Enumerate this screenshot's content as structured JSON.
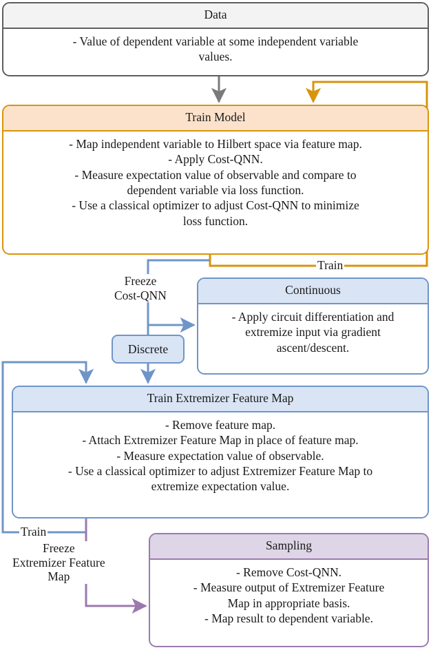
{
  "diagram": {
    "title": "Quantum model training and extremization workflow",
    "colors": {
      "gray_border": "#5e5e5e",
      "gray_header": "#f3f3f3",
      "orange_border": "#D8940C",
      "orange_header": "#FCE2CB",
      "blue_border": "#6F95C8",
      "blue_header": "#D9E4F5",
      "purple_border": "#9B79AE",
      "purple_header": "#DED5E6"
    }
  },
  "nodes": {
    "data": {
      "title": "Data",
      "lines": [
        "- Value of dependent variable at some independent variable",
        "values."
      ]
    },
    "train_model": {
      "title": "Train Model",
      "lines": [
        "- Map independent variable to Hilbert space via feature map.",
        "- Apply Cost-QNN.",
        "- Measure expectation value of observable and compare to",
        "dependent variable via loss function.",
        "- Use a classical optimizer to adjust Cost-QNN to minimize",
        "loss function."
      ]
    },
    "continuous": {
      "title": "Continuous",
      "lines": [
        "- Apply circuit differentiation and",
        "extremize input via gradient",
        "ascent/descent."
      ]
    },
    "discrete": {
      "title": "Discrete"
    },
    "train_extremizer": {
      "title": "Train Extremizer Feature Map",
      "lines": [
        "- Remove feature map.",
        "- Attach Extremizer Feature Map in place of feature map.",
        "- Measure expectation value of observable.",
        "- Use a classical optimizer to adjust Extremizer Feature Map to",
        "extremize expectation value."
      ]
    },
    "sampling": {
      "title": "Sampling",
      "lines": [
        "- Remove Cost-QNN.",
        "- Measure output of Extremizer Feature",
        "Map in appropriate basis.",
        "- Map result to dependent variable."
      ]
    }
  },
  "edge_labels": {
    "train_top": "Train",
    "freeze_cost_qnn": "Freeze\nCost-QNN",
    "train_bottom": "Train",
    "freeze_extremizer_feature_map": "Freeze\nExtremizer Feature\nMap"
  }
}
